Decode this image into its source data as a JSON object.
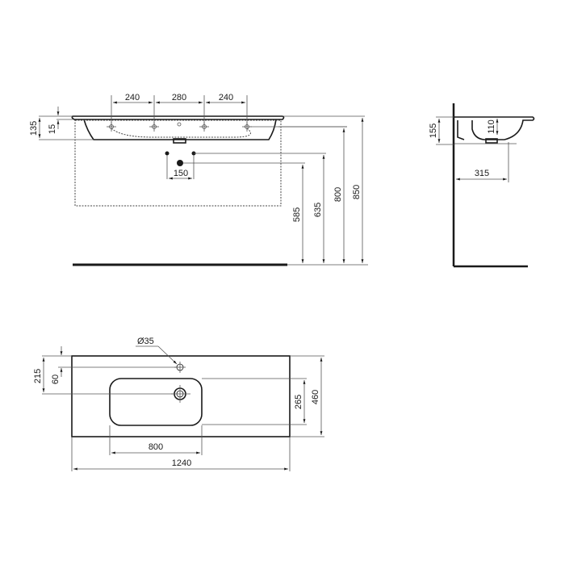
{
  "front_view": {
    "tap_spacing": [
      "240",
      "280",
      "240"
    ],
    "height_total": "135",
    "rim_thickness": "15",
    "waste_spacing": "150",
    "heights": [
      "585",
      "635",
      "800",
      "850"
    ]
  },
  "side_view": {
    "overall_depth_height": "155",
    "bowl_depth": "110",
    "waste_projection": "315"
  },
  "plan_view": {
    "tap_hole_diameter": "Ø35",
    "tap_hole_offset": "60",
    "waste_offset": "215",
    "bowl_width": "800",
    "overall_width": "1240",
    "bowl_depth": "265",
    "overall_depth": "460"
  },
  "colors": {
    "line": "#1a1a1a",
    "dimension_line": "#555555",
    "background": "#ffffff"
  }
}
